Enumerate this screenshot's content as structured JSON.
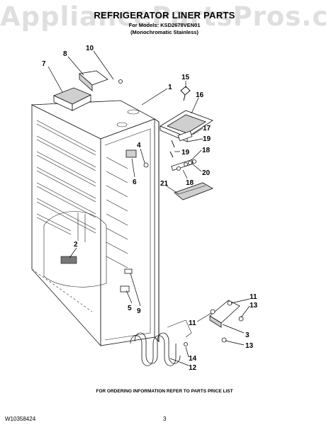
{
  "watermark": "AppliancePartsPros.com",
  "title": "REFRIGERATOR LINER PARTS",
  "model_line": "For Models: KSD2678VEN01",
  "variant_line": "(Monochromatic Stainless)",
  "footer_note": "FOR ORDERING INFORMATION REFER TO PARTS PRICE LIST",
  "doc_number": "W10358424",
  "page_number": "3",
  "callouts": {
    "c1": "1",
    "c2": "2",
    "c3": "3",
    "c4": "4",
    "c5": "5",
    "c6": "6",
    "c7": "7",
    "c8": "8",
    "c9": "9",
    "c10": "10",
    "c11a": "11",
    "c11b": "11",
    "c12": "12",
    "c13a": "13",
    "c13b": "13",
    "c14": "14",
    "c15": "15",
    "c16": "16",
    "c17": "17",
    "c18a": "18",
    "c18b": "18",
    "c19a": "19",
    "c19b": "19",
    "c20": "20",
    "c21": "21"
  }
}
